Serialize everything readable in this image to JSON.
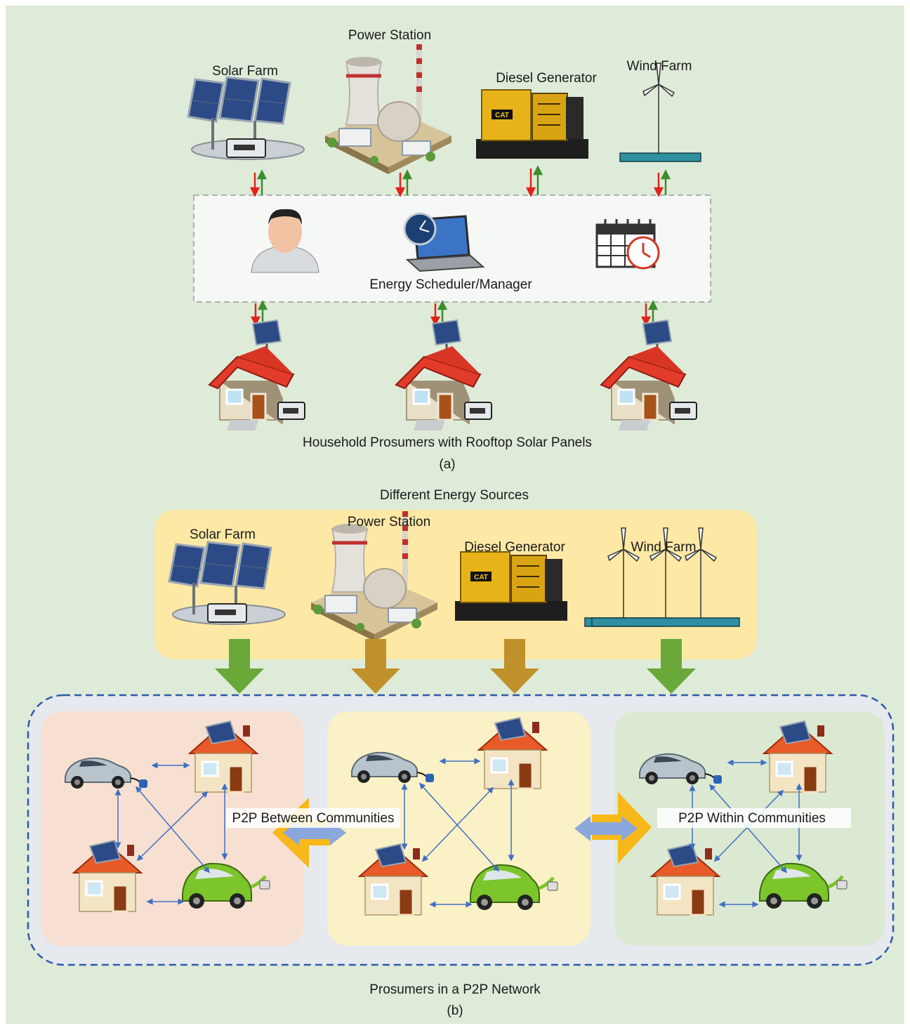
{
  "panel_a": {
    "sources": [
      "Solar Farm",
      "Power Station",
      "Diesel Generator",
      "Wind Farm"
    ],
    "manager_label": "Energy Scheduler/Manager",
    "households_label": "Household Prosumers with Rooftop Solar Panels",
    "caption": "(a)"
  },
  "panel_b": {
    "heading": "Different Energy Sources",
    "sources": [
      "Solar Farm",
      "Power Station",
      "Diesel Generator",
      "Wind Farm"
    ],
    "between_label": "P2P Between Communities",
    "within_label": "P2P Within Communities",
    "network_label": "Prosumers in a P2P Network",
    "caption": "(b)"
  },
  "colors": {
    "background": "#deebd9",
    "sources_box": "#fde8a6",
    "community_left": "#f7e0d1",
    "community_mid": "#fbf1c6",
    "community_right": "#dbe9d3",
    "arrow_green": "#6aa83a",
    "arrow_brown": "#c0902a",
    "flow_red": "#e2231a",
    "flow_green": "#3c8c2c",
    "link_blue": "#3f6fc4",
    "dashed_blue": "#2e5aa8"
  }
}
